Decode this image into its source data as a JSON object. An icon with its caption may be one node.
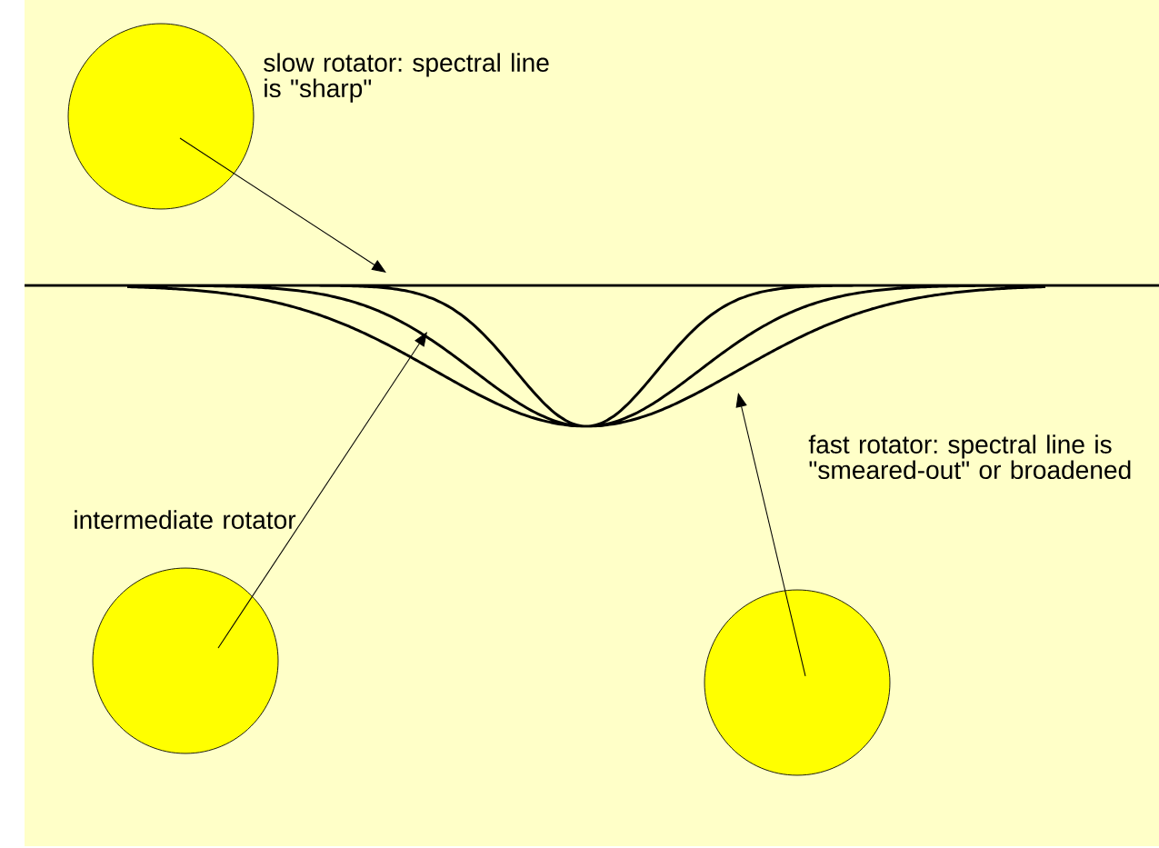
{
  "diagram": {
    "nodes": [
      {
        "text": [],
        "shape": "circle",
        "beside": [
          "slow rotator: spectral line is \"sharp\""
        ]
      },
      {
        "text": [],
        "shape": "circle",
        "beside": [
          "intermediate rotator"
        ]
      },
      {
        "text": [],
        "shape": "circle"
      }
    ],
    "labels": [
      "fast rotator: spectral line is \"smeared-out\" or broadened"
    ],
    "edges": [
      {
        "from": 0,
        "to": null,
        "arrow": "to"
      },
      {
        "from": 1,
        "to": null,
        "arrow": "to"
      },
      {
        "from": 2,
        "to": null,
        "arrow": "to"
      }
    ]
  }
}
